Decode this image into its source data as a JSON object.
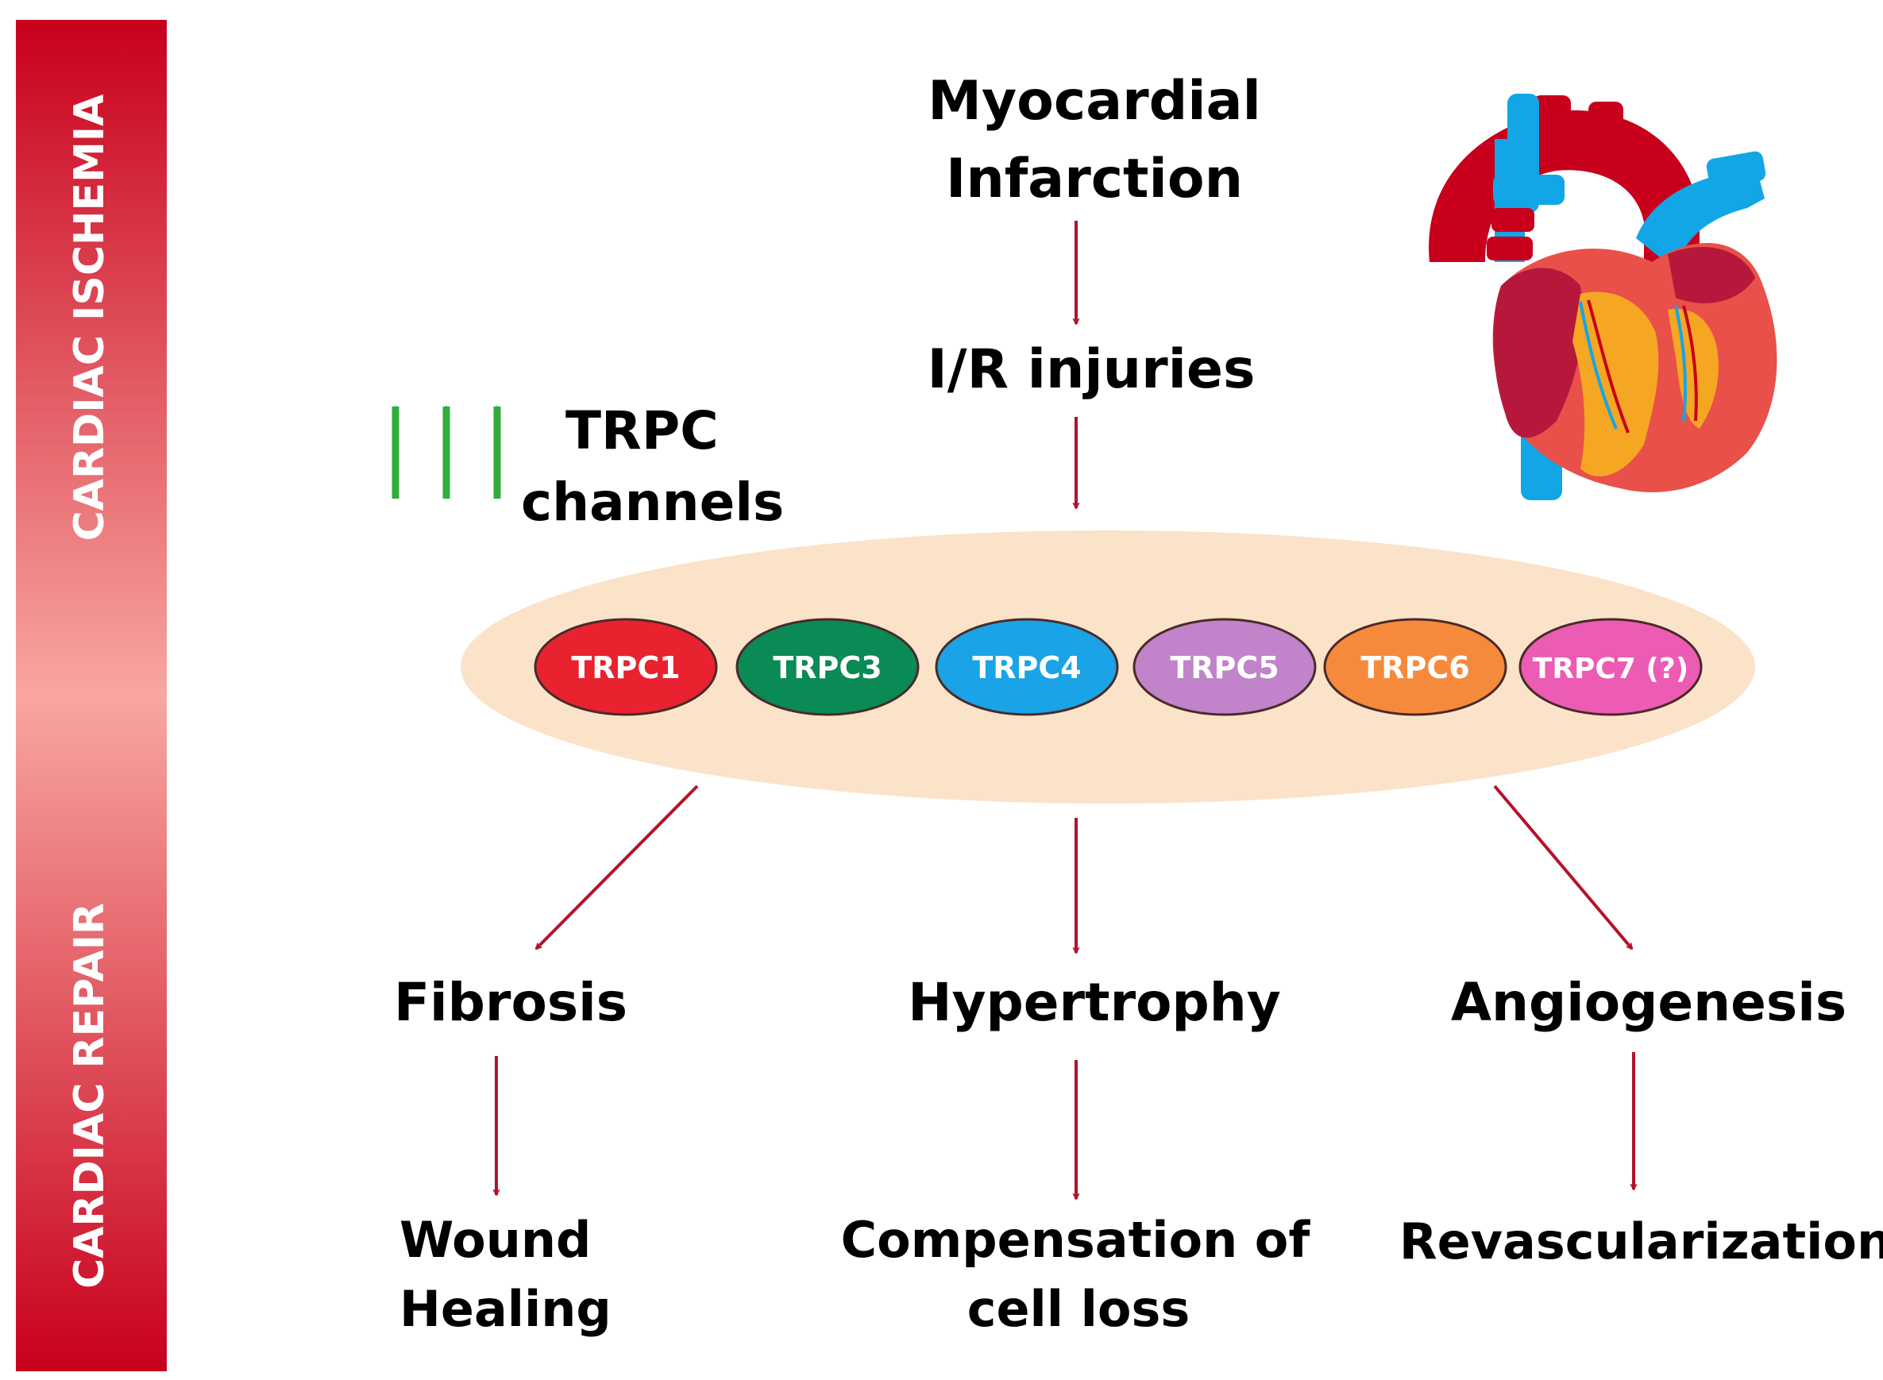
{
  "side_bar": {
    "top_label": "CARDIAC ISCHEMIA",
    "bottom_label": "CARDIAC REPAIR",
    "colors": {
      "dark": "#c8001c",
      "light": "#f8a7a0"
    }
  },
  "flow": {
    "step1": {
      "line1": "Myocardial",
      "line2": "Infarction"
    },
    "step2": "I/R injuries"
  },
  "trpc_note": {
    "line1": "TRPC",
    "line2": "channels",
    "arrow_color": "#2fae3c"
  },
  "channels": [
    {
      "label": "TRPC1",
      "color": "#e8232f"
    },
    {
      "label": "TRPC3",
      "color": "#0a8a55"
    },
    {
      "label": "TRPC4",
      "color": "#1aa3e6"
    },
    {
      "label": "TRPC5",
      "color": "#c183c9"
    },
    {
      "label": "TRPC6",
      "color": "#f58a3c"
    },
    {
      "label": "TRPC7 (?)",
      "color": "#ec5bb4"
    }
  ],
  "membrane_color": "#fbe3c9",
  "arrow_color": "#b5122b",
  "outcomes": [
    {
      "name": "Fibrosis",
      "result": {
        "line1": "Wound",
        "line2": "Healing"
      }
    },
    {
      "name": "Hypertrophy",
      "result": {
        "line1": "Compensation of",
        "line2": "cell loss"
      }
    },
    {
      "name": "Angiogenesis",
      "result": {
        "line1": "Revascularization",
        "line2": ""
      }
    }
  ],
  "heart": {
    "icon": "heart-illustration"
  }
}
